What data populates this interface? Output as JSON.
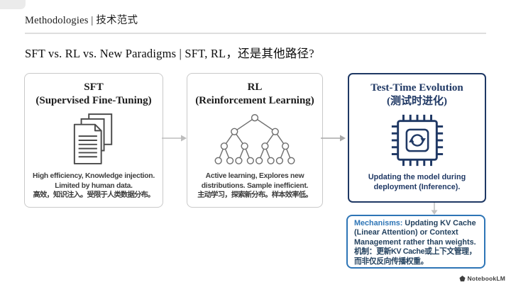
{
  "slide": {
    "kicker": "Methodologies | 技术范式",
    "title": "SFT vs. RL vs. New Paradigms | SFT, RL，还是其他路径?"
  },
  "cards": [
    {
      "title": "SFT",
      "subtitle": "(Supervised Fine-Tuning)",
      "icon": "documents-stack-icon",
      "body": [
        "High efficiency, Knowledge injection.",
        "Limited by human data.",
        "高效，知识注入。受限于人类数据分布。"
      ]
    },
    {
      "title": "RL",
      "subtitle": "(Reinforcement Learning)",
      "icon": "decision-tree-icon",
      "body": [
        "Active learning, Explores new",
        "distributions. Sample inefficient.",
        "主动学习，探索新分布。样本效率低。"
      ]
    },
    {
      "title": "Test-Time Evolution",
      "subtitle": "(测试时进化)",
      "icon": "chip-refresh-icon",
      "body": [
        "Updating the model during",
        "deployment (Inference)."
      ]
    }
  ],
  "mechanisms": {
    "label": "Mechanisms:",
    "text_en": " Updating KV Cache (Linear Attention) or Context Management rather than weights.",
    "text_zh": "机制：更新KV Cache或上下文管理，而非仅反向传播权重。"
  },
  "footer": {
    "brand": "NotebookLM"
  },
  "colors": {
    "navy": "#1f3864",
    "accent_blue": "#2e75b6",
    "card_border": "#c9c9c9",
    "body_text": "#3d3d3d",
    "arrow_gray": "#b8b8b8"
  }
}
